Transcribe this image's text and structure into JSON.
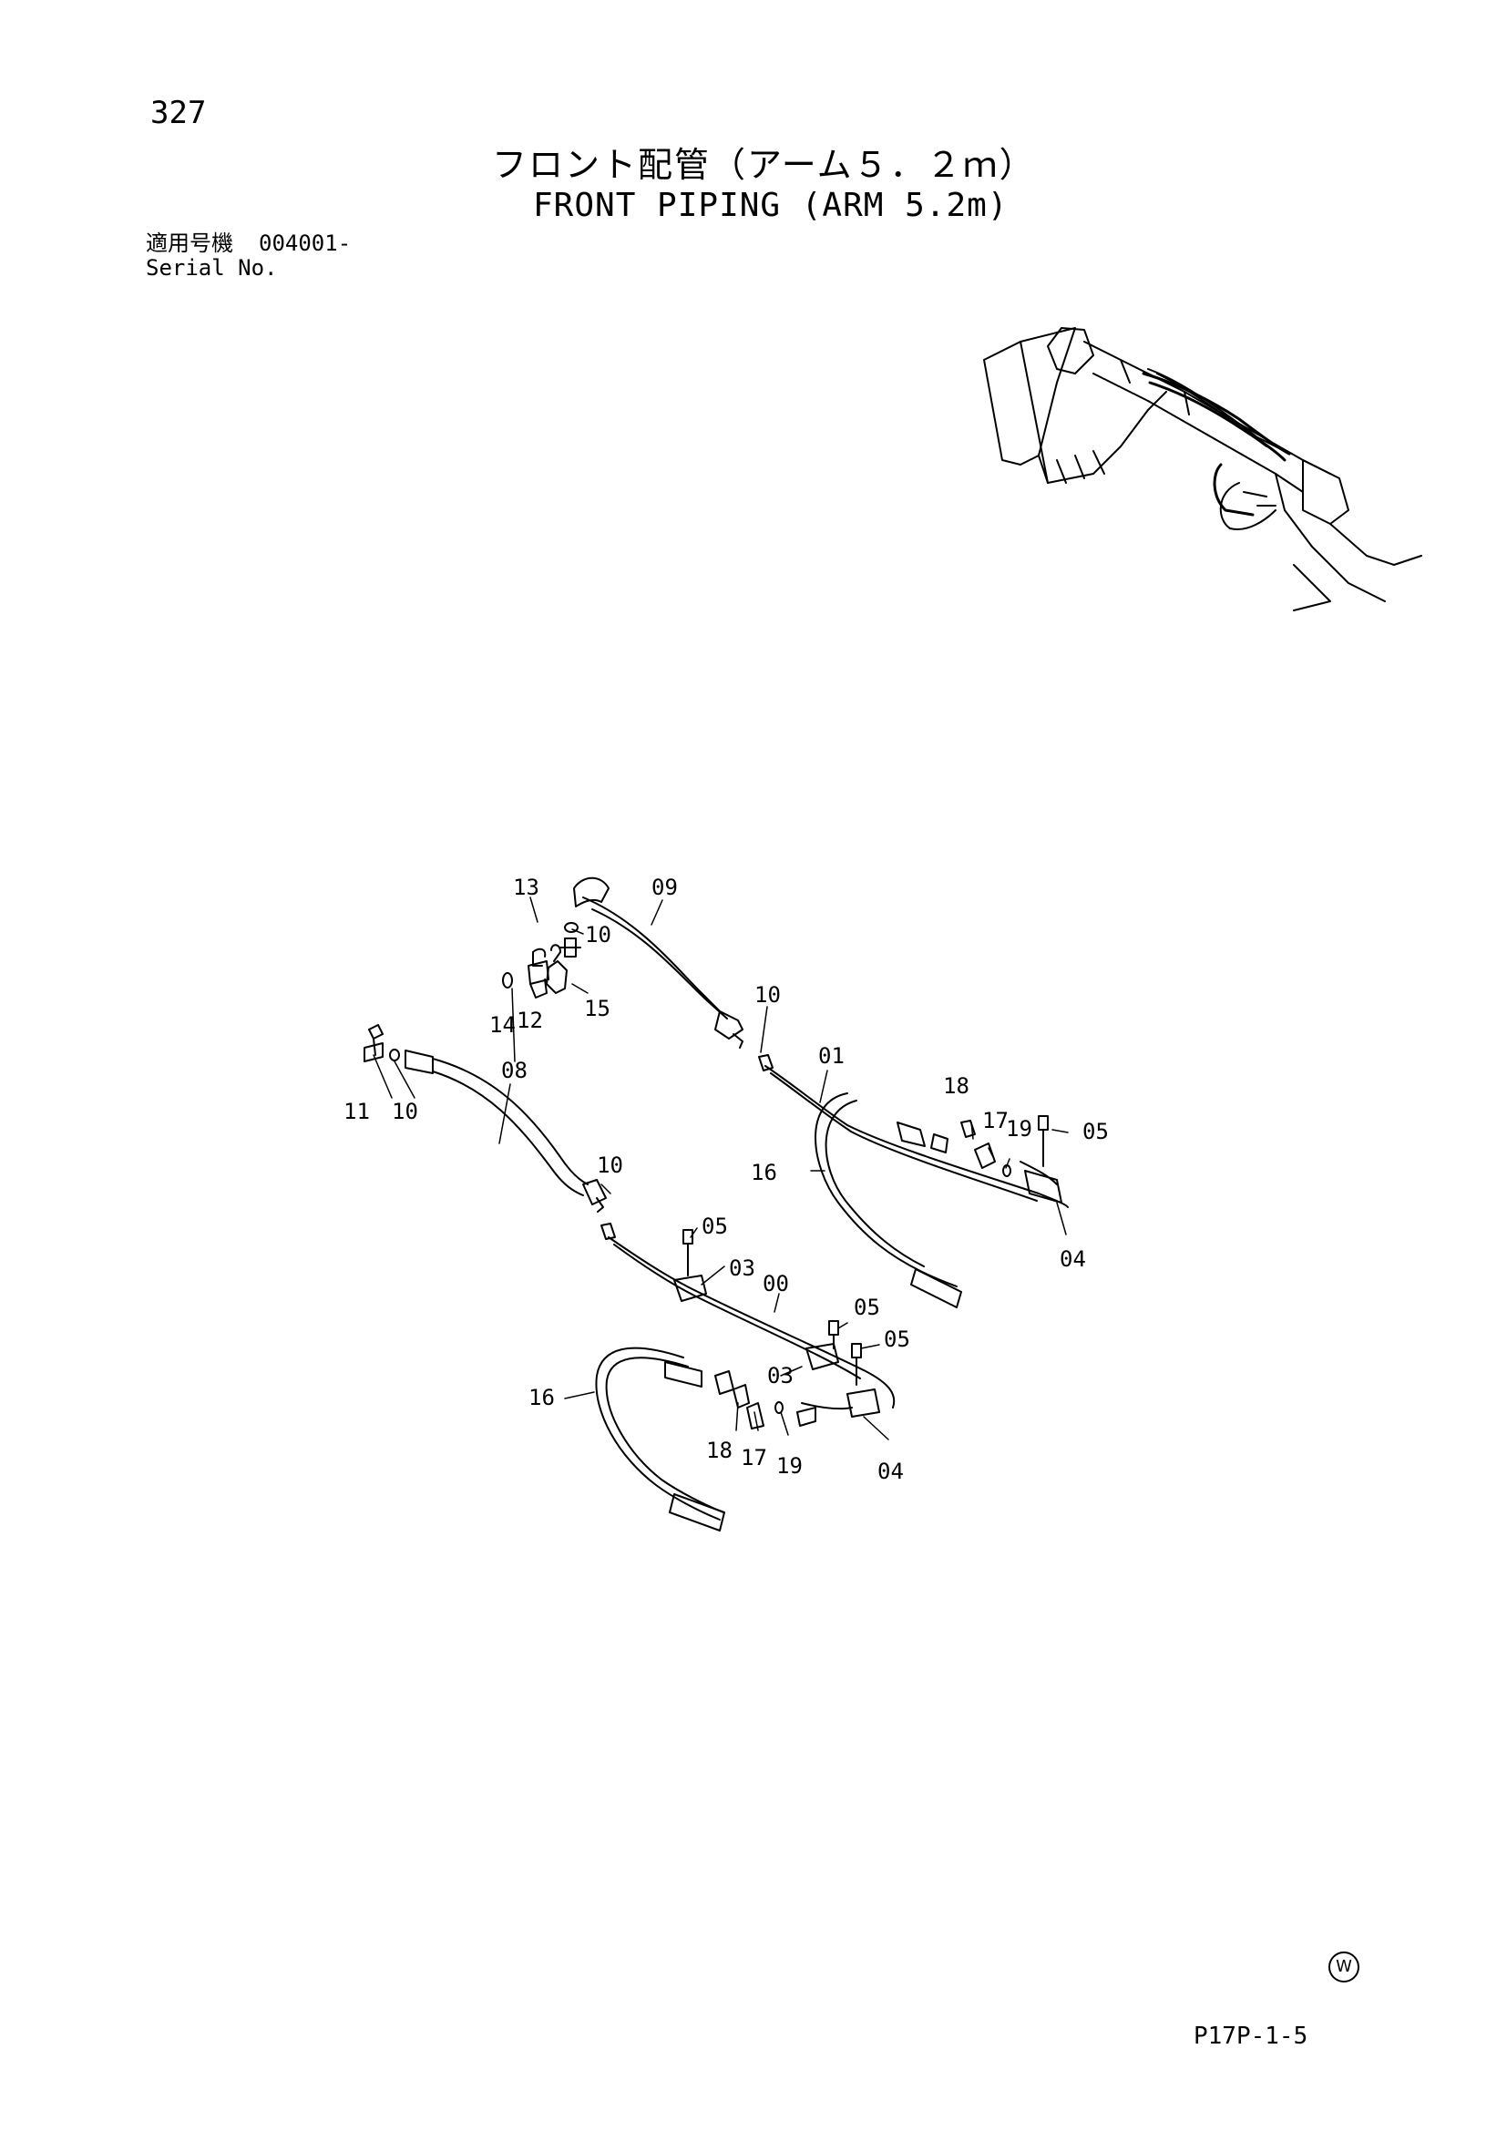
{
  "page_number": "327",
  "title_ja": "フロント配管（アーム５．２ｍ）",
  "title_en": "FRONT PIPING (ARM 5.2m)",
  "serial": {
    "label_ja": "適用号機",
    "value": "004001-",
    "label_en": "Serial No."
  },
  "diagram_code": "P17P-1-5",
  "mark": "W",
  "callouts": {
    "c13": "13",
    "c09": "09",
    "c10a": "10",
    "c15": "15",
    "c12": "12",
    "c14": "14",
    "c10b": "10",
    "c01": "01",
    "c18a": "18",
    "c17a": "17",
    "c19a": "19",
    "c05a": "05",
    "c08": "08",
    "c11": "11",
    "c10c": "10",
    "c16a": "16",
    "c10d": "10",
    "c04a": "04",
    "c05b": "05",
    "c03a": "03",
    "c00": "00",
    "c05c": "05",
    "c05d": "05",
    "c03b": "03",
    "c16b": "16",
    "c18b": "18",
    "c17b": "17",
    "c19b": "19",
    "c04b": "04"
  }
}
